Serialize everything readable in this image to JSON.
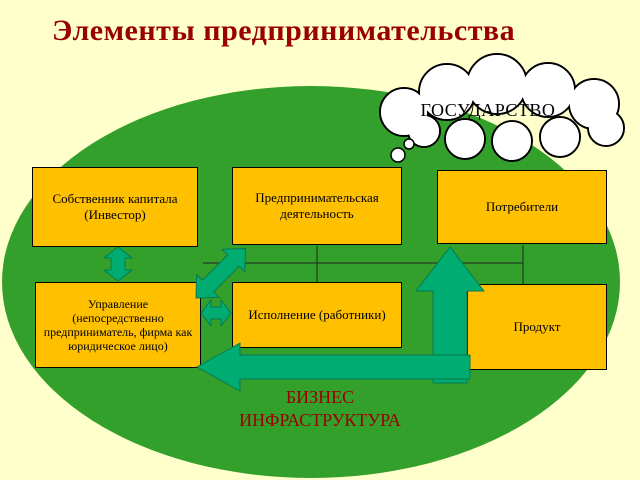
{
  "title": "Элементы предпринимательства",
  "cloud": {
    "label": "ГОСУДАРСТВО"
  },
  "boxes": {
    "capital_owner": "Собственник капитала (Инвестор)",
    "entrepreneurial_activity": "Предпринимательская деятельность",
    "consumers": "Потребители",
    "management": "Управление (непосредственно предприниматель, фирма как юридическое лицо)",
    "execution": "Исполнение (работники)",
    "product": "Продукт"
  },
  "bottom_label": {
    "line1": "БИЗНЕС",
    "line2": "ИНФРАСТРУКТУРА"
  },
  "colors": {
    "background": "#FFFFCC",
    "ellipse": "#33A02C",
    "box_fill": "#FFC000",
    "box_border": "#000000",
    "arrow": "#00AC72",
    "title_text": "#990000",
    "cloud_fill": "#FFFFFF"
  }
}
